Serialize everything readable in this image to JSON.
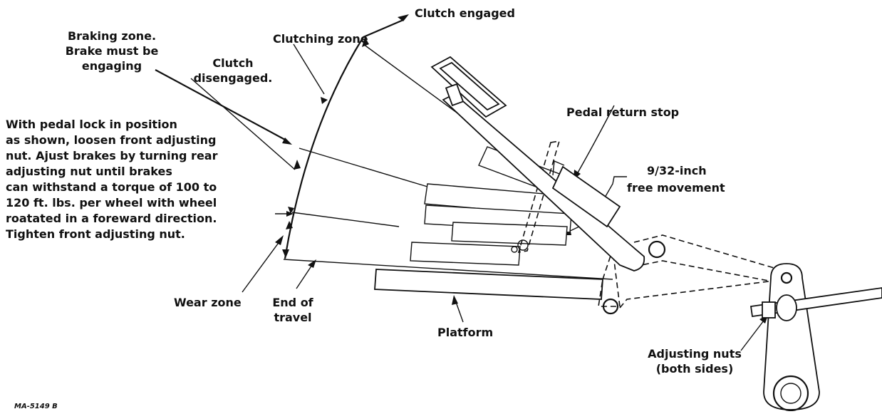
{
  "labels": {
    "clutch_engaged": "Clutch engaged",
    "clutching_zone": "Clutching zone",
    "braking_zone_1": "Braking zone.",
    "braking_zone_2": "Brake must be",
    "braking_zone_3": "engaging",
    "clutch_disengaged_1": "Clutch",
    "clutch_disengaged_2": "disengaged.",
    "instructions": [
      "With pedal lock in position",
      "as shown, loosen front adjusting",
      "nut.  Ajust brakes by turning rear",
      "adjusting nut until brakes",
      "can withstand a torque of 100 to",
      "120 ft. lbs. per wheel with wheel",
      "roatated in a foreward direction.",
      "Tighten front adjusting nut."
    ],
    "pedal_return_stop": "Pedal return stop",
    "free_movement_1": "9/32-inch",
    "free_movement_2": "free movement",
    "wear_zone": "Wear zone",
    "end_of_travel_1": "End of",
    "end_of_travel_2": "travel",
    "platform": "Platform",
    "adjusting_nuts_1": "Adjusting nuts",
    "adjusting_nuts_2": "(both sides)",
    "figure_id": "MA-5149 B"
  }
}
